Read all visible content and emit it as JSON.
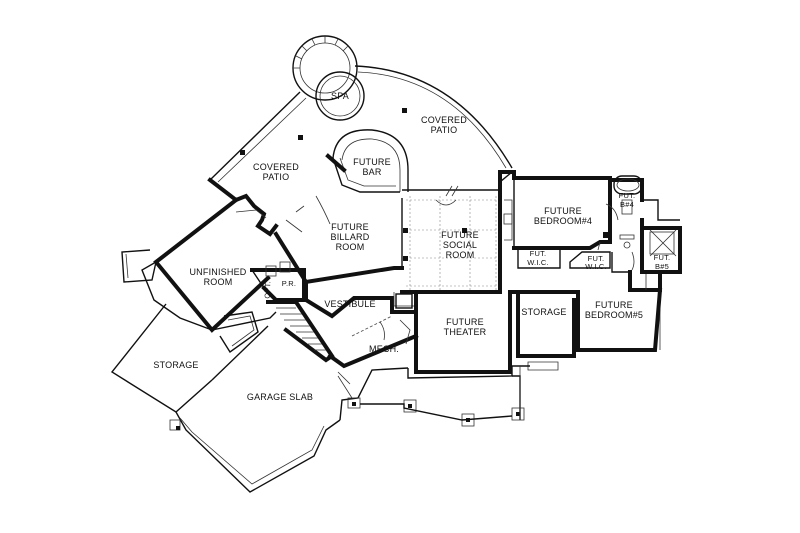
{
  "rooms": {
    "spa": "SPA",
    "covered_patio_top_1": "COVERED",
    "covered_patio_top_2": "PATIO",
    "covered_patio_left_1": "COVERED",
    "covered_patio_left_2": "PATIO",
    "future_bar_1": "FUTURE",
    "future_bar_2": "BAR",
    "future_billiard_1": "FUTURE",
    "future_billiard_2": "BILLARD",
    "future_billiard_3": "ROOM",
    "future_social_1": "FUTURE",
    "future_social_2": "SOCIAL",
    "future_social_3": "ROOM",
    "future_bedroom4_1": "FUTURE",
    "future_bedroom4_2": "BEDROOM#4",
    "fut_b4_1": "FUT.",
    "fut_b4_2": "B#4",
    "fut_b5_1": "FUT.",
    "fut_b5_2": "B#5",
    "fut_wic_1": "FUT.",
    "fut_wic_2": "W.I.C.",
    "fut_wic_left_1": "FUT.",
    "fut_wic_left_2": "W.I.C.",
    "unfinished_1": "UNFINISHED",
    "unfinished_2": "ROOM",
    "opt_pr_1": "OPT.",
    "opt_pr_2": "P.R.",
    "vestibule": "VESTIBULE",
    "future_theater_1": "FUTURE",
    "future_theater_2": "THEATER",
    "storage_right": "STORAGE",
    "future_bedroom5_1": "FUTURE",
    "future_bedroom5_2": "BEDROOM#5",
    "mech": "MECH.",
    "storage_left": "STORAGE",
    "garage_slab": "GARAGE SLAB"
  }
}
